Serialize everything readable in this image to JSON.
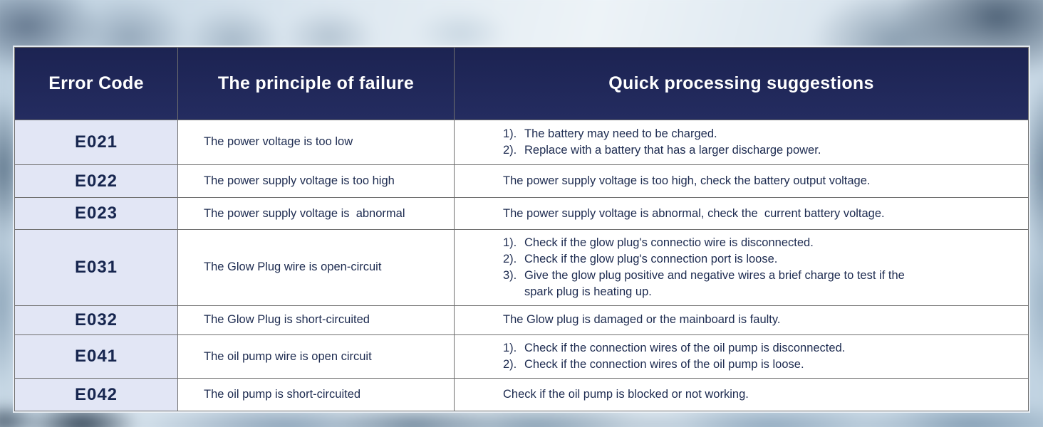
{
  "colors": {
    "header_bg": "#1d2455",
    "header_text": "#ffffff",
    "code_cell_bg": "#e2e6f5",
    "cell_bg": "#ffffff",
    "body_text": "#1d2b50",
    "grid_line": "#6f6f6f"
  },
  "table": {
    "headers": {
      "col1": "Error Code",
      "col2": "The principle of failure",
      "col3": "Quick processing suggestions"
    },
    "rows": [
      {
        "code": "E021",
        "principle": "The power voltage is too low",
        "suggestions": [
          {
            "num": "1).",
            "text": "The battery may need to be charged."
          },
          {
            "num": "2).",
            "text": "Replace with a battery that has a larger discharge power."
          }
        ]
      },
      {
        "code": "E022",
        "principle": "The power supply voltage is too high",
        "suggestions": [
          {
            "num": "",
            "text": "The power supply voltage is too high, check the battery output voltage."
          }
        ]
      },
      {
        "code": "E023",
        "principle": "The power supply voltage is  abnormal",
        "suggestions": [
          {
            "num": "",
            "text": "The power supply voltage is abnormal, check the  current battery voltage."
          }
        ]
      },
      {
        "code": "E031",
        "principle": "The Glow Plug wire is open-circuit",
        "suggestions": [
          {
            "num": "1).",
            "text": "Check if the glow plug's connectio wire is disconnected."
          },
          {
            "num": "2).",
            "text": "Check if the glow plug's connection port is loose."
          },
          {
            "num": "3).",
            "text": "Give the glow plug positive and negative wires a brief charge to test if the spark plug is heating up."
          }
        ]
      },
      {
        "code": "E032",
        "principle": "The Glow Plug is short-circuited",
        "suggestions": [
          {
            "num": "",
            "text": "The Glow plug is damaged or the mainboard is faulty."
          }
        ]
      },
      {
        "code": "E041",
        "principle": "The oil pump wire is open circuit",
        "suggestions": [
          {
            "num": "1).",
            "text": "Check if the connection wires of the oil pump is disconnected."
          },
          {
            "num": "2).",
            "text": "Check if the connection wires of the oil pump is loose."
          }
        ]
      },
      {
        "code": "E042",
        "principle": "The oil pump is short-circuited",
        "suggestions": [
          {
            "num": "",
            "text": "Check if the oil pump is blocked or not working."
          }
        ]
      }
    ]
  }
}
